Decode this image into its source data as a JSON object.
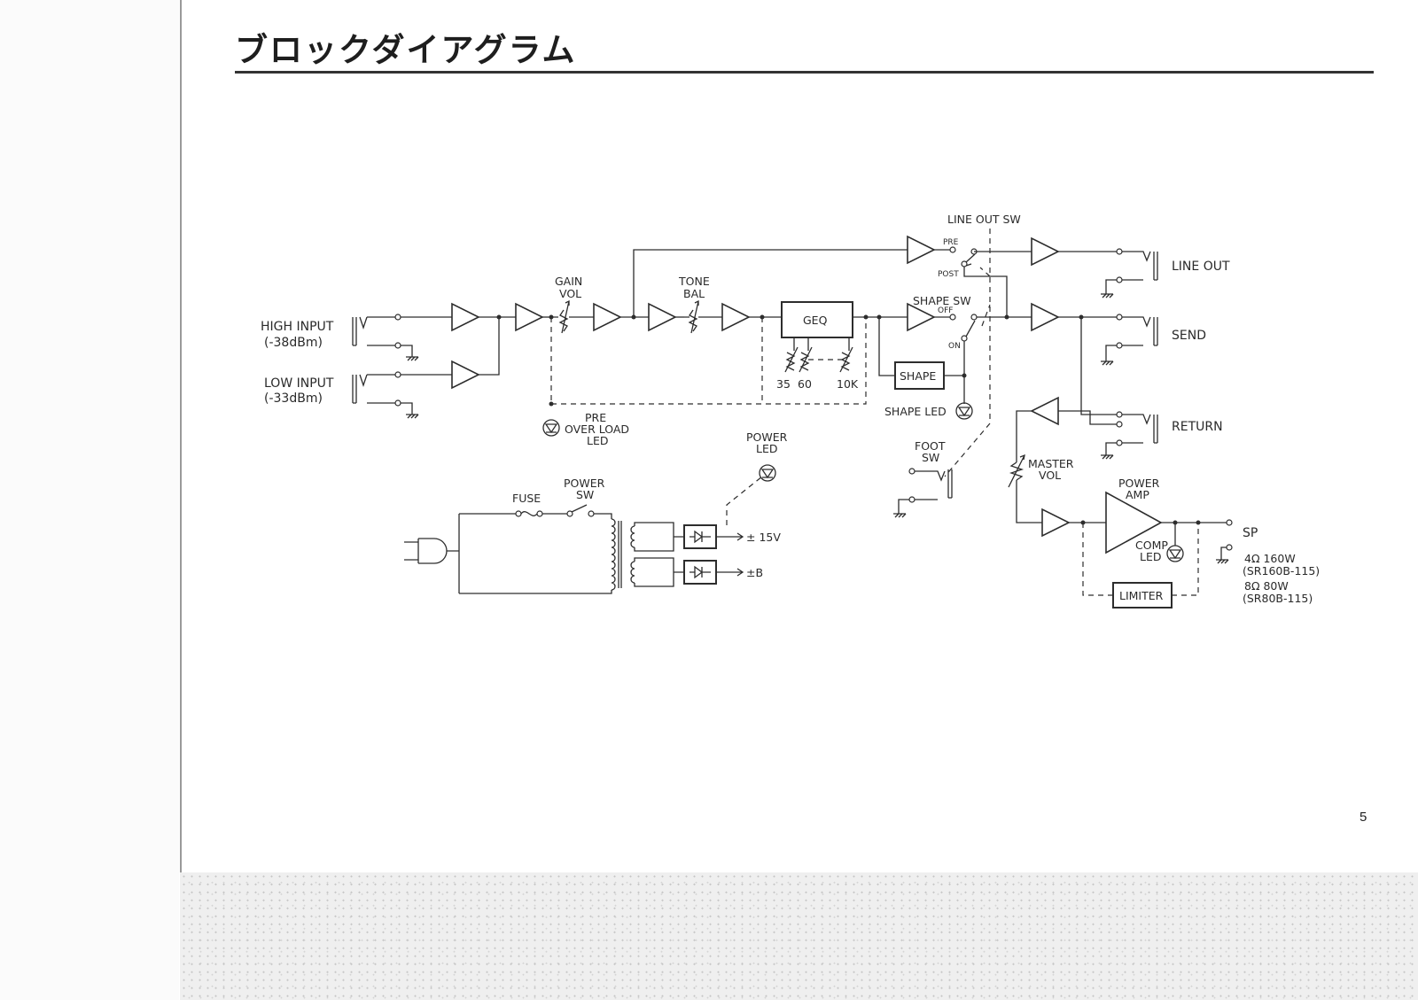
{
  "page": {
    "title": "ブロックダイアグラム",
    "page_number": "5"
  },
  "inputs": {
    "high_input": "HIGH INPUT",
    "high_level": "(-38dBm)",
    "low_input": "LOW INPUT",
    "low_level": "(-33dBm)"
  },
  "controls": {
    "gain": "GAIN",
    "vol": "VOL",
    "tone": "TONE",
    "bal": "BAL",
    "geq": "GEQ",
    "geq_35": "35",
    "geq_60": "60",
    "geq_10k": "10K",
    "pre": "PRE",
    "over_load": "OVER LOAD",
    "led": "LED",
    "line_out_sw": "LINE OUT SW",
    "sw_pre": "PRE",
    "sw_post": "POST",
    "shape_sw": "SHAPE SW",
    "sw_off": "OFF",
    "sw_on": "ON",
    "shape": "SHAPE",
    "shape_led": "SHAPE LED",
    "foot": "FOOT",
    "foot_sw": "SW",
    "master": "MASTER",
    "master_vol": "VOL",
    "power_amp_1": "POWER",
    "power_amp_2": "AMP",
    "comp": "COMP",
    "comp_led": "LED",
    "limiter": "LIMITER"
  },
  "power_supply": {
    "fuse": "FUSE",
    "power": "POWER",
    "sw": "SW",
    "power_led_1": "POWER",
    "power_led_2": "LED",
    "v15": "± 15V",
    "vb": "±B"
  },
  "outputs": {
    "line_out": "LINE OUT",
    "send": "SEND",
    "return": "RETURN",
    "sp": "SP",
    "spec_4ohm": "4Ω  160W",
    "model_160": "(SR160B-115)",
    "spec_8ohm": "8Ω  80W",
    "model_80": "(SR80B-115)"
  }
}
